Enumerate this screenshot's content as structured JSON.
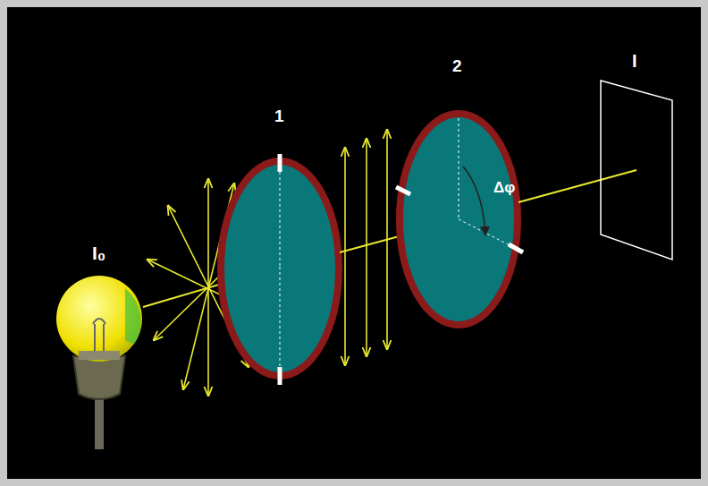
{
  "diagram": {
    "labels": [
      "I₀",
      "1",
      "2",
      "Δφ",
      "I"
    ]
  }
}
